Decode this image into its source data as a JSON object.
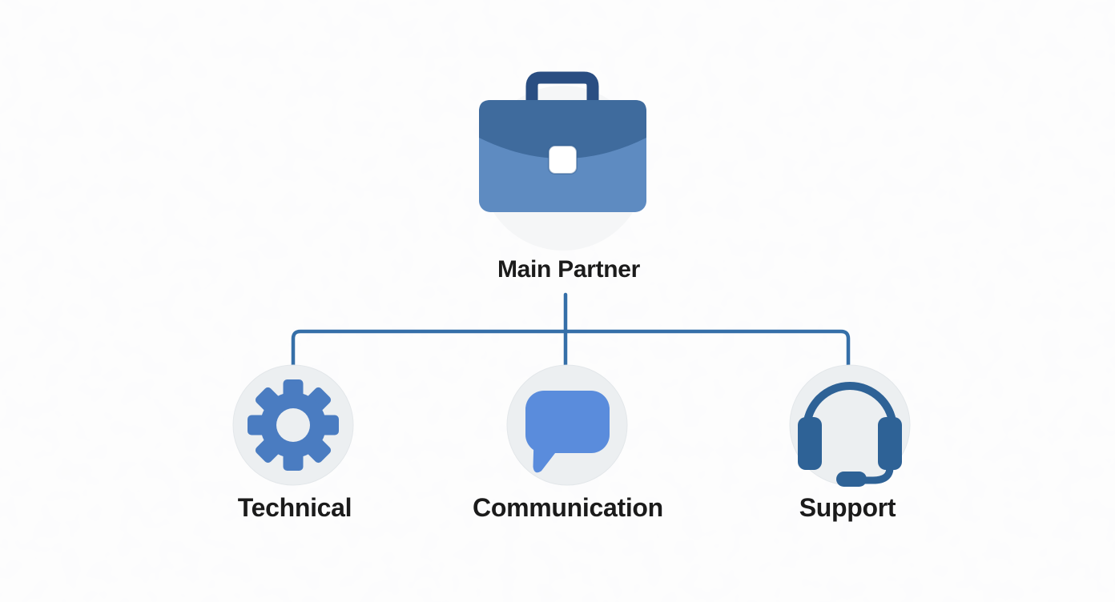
{
  "diagram": {
    "root": {
      "label": "Main Partner",
      "icon": "briefcase-icon"
    },
    "children": [
      {
        "label": "Technical",
        "icon": "gear-icon"
      },
      {
        "label": "Communication",
        "icon": "speech-bubble-icon"
      },
      {
        "label": "Support",
        "icon": "headset-icon"
      }
    ]
  },
  "colors": {
    "connector_line": "#356FA8",
    "node_circle_bg": "#ECEFF1",
    "node_circle_border": "#E3E7EA",
    "root_circle_bg": "#F5F6F7",
    "briefcase_handle": "#2A4E82",
    "briefcase_flap": "#3F6B9D",
    "briefcase_body": "#5E8BC1",
    "briefcase_clasp": "#FFFFFF",
    "gear": "#4A7CC1",
    "speech_bubble": "#5A8CDC",
    "headset": "#2E6296",
    "label_text": "#1B1B1B",
    "background": "#FDFDFD"
  }
}
